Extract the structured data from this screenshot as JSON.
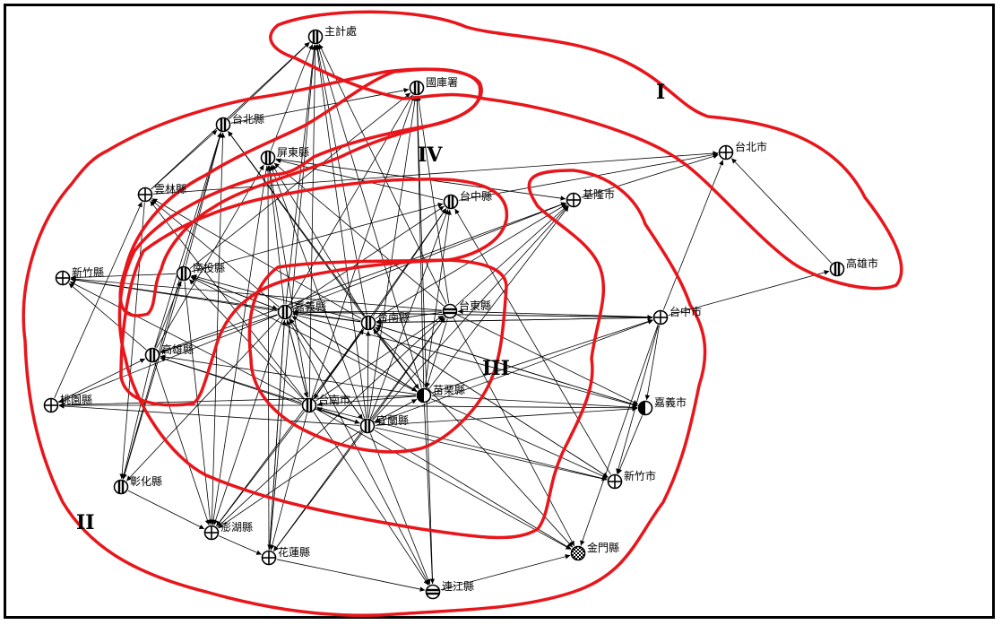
{
  "nodes": [
    {
      "id": "zhujichu",
      "label": "主計處",
      "style": "vbar"
    },
    {
      "id": "guokushu",
      "label": "國庫署",
      "style": "vbar"
    },
    {
      "id": "taibeixian",
      "label": "台北縣",
      "style": "vbar"
    },
    {
      "id": "pingdong",
      "label": "屏東縣",
      "style": "vbar"
    },
    {
      "id": "yunlin",
      "label": "雲林縣",
      "style": "cross"
    },
    {
      "id": "taizhongxian",
      "label": "台中縣",
      "style": "vbar"
    },
    {
      "id": "jilong",
      "label": "基隆市",
      "style": "cross"
    },
    {
      "id": "taibeishi",
      "label": "台北市",
      "style": "cross"
    },
    {
      "id": "gaoxiongshi",
      "label": "高雄市",
      "style": "vbar"
    },
    {
      "id": "xinzhuxian",
      "label": "新竹縣",
      "style": "cross"
    },
    {
      "id": "nantou",
      "label": "南投縣",
      "style": "vbar"
    },
    {
      "id": "jiayixian",
      "label": "嘉義縣",
      "style": "vbar"
    },
    {
      "id": "tainanxian",
      "label": "台南縣",
      "style": "vbar"
    },
    {
      "id": "taidong",
      "label": "台東縣",
      "style": "hbar"
    },
    {
      "id": "taizhongshi",
      "label": "台中市",
      "style": "cross"
    },
    {
      "id": "gaoxiongxian",
      "label": "高雄縣",
      "style": "vbar"
    },
    {
      "id": "taoyuan",
      "label": "桃園縣",
      "style": "cross"
    },
    {
      "id": "tainanshi",
      "label": "台南市",
      "style": "vbar"
    },
    {
      "id": "miaoli",
      "label": "苗栗縣",
      "style": "mixed"
    },
    {
      "id": "yilan",
      "label": "宜蘭縣",
      "style": "vbar"
    },
    {
      "id": "jiayishi",
      "label": "嘉義市",
      "style": "mixed"
    },
    {
      "id": "zhanghua",
      "label": "彰化縣",
      "style": "vbar"
    },
    {
      "id": "xinzhushi",
      "label": "新竹市",
      "style": "cross"
    },
    {
      "id": "penghu",
      "label": "澎湖縣",
      "style": "cross"
    },
    {
      "id": "hualian",
      "label": "花蓮縣",
      "style": "cross"
    },
    {
      "id": "jinmen",
      "label": "金門縣",
      "style": "check"
    },
    {
      "id": "lianjiang",
      "label": "連江縣",
      "style": "hbar"
    }
  ],
  "regions": [
    {
      "id": "I",
      "label": "I"
    },
    {
      "id": "II",
      "label": "II"
    },
    {
      "id": "III",
      "label": "III"
    },
    {
      "id": "IV",
      "label": "IV"
    }
  ],
  "colors": {
    "region_outline": "#e8161b",
    "edge": "#000000",
    "node_fill": "#ffffff"
  }
}
